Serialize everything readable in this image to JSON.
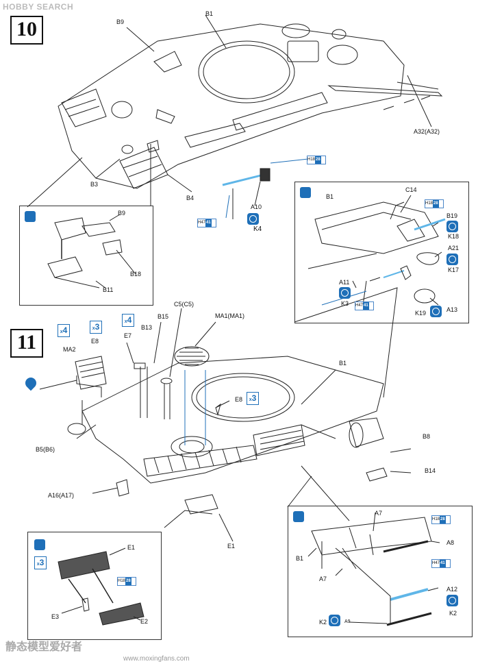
{
  "header": {
    "logo_text": "HOBBY SEARCH"
  },
  "steps": {
    "s10": "10",
    "s11": "11"
  },
  "parts": {
    "b1": "B1",
    "b9": "B9",
    "b3": "B3",
    "b4": "B4",
    "a10": "A10",
    "k4": "K4",
    "a32": "A32(A32)",
    "b18": "B18",
    "b11": "B11",
    "c14": "C14",
    "b1_inset": "B1",
    "b19": "B19",
    "k18": "K18",
    "a21": "A21",
    "k17": "K17",
    "a11": "A11",
    "k3": "K3",
    "k19": "K19",
    "a13": "A13",
    "c5": "C5(C5)",
    "ma1": "MA1(MA1)",
    "b15": "B15",
    "b13": "B13",
    "e7": "E7",
    "e8a": "E8",
    "ma2": "MA2",
    "b1_s11": "B1",
    "e8b": "E8",
    "b5": "B5(B6)",
    "b8": "B8",
    "b14": "B14",
    "a16": "A16(A17)",
    "e1": "E1",
    "e1_inset": "E1",
    "e3": "E3",
    "e2": "E2",
    "a7a": "A7",
    "a8": "A8",
    "b1_inset2": "B1",
    "a7b": "A7",
    "a12": "A12",
    "k2a": "K2",
    "k2b": "K2",
    "a9": "A9"
  },
  "color_badges": {
    "h18_a": {
      "h": "H",
      "n1": "18",
      "n2": "28"
    },
    "h47_a": {
      "h": "H",
      "n1": "47",
      "n2": "41"
    },
    "h18_b": {
      "h": "H",
      "n1": "18",
      "n2": "28"
    },
    "h47_b": {
      "h": "H",
      "n1": "47",
      "n2": "41"
    },
    "h18_c": {
      "h": "H",
      "n1": "18",
      "n2": "28"
    },
    "h18_d": {
      "h": "H",
      "n1": "18",
      "n2": "28"
    },
    "h47_c": {
      "h": "H",
      "n1": "47",
      "n2": "41"
    }
  },
  "multipliers": {
    "m1": "4",
    "m2": "3",
    "m3": "4",
    "m4": "3",
    "m5": "3"
  },
  "watermark": {
    "cn": "静态模型爱好者",
    "url": "www.moxingfans.com"
  },
  "colors": {
    "accent": "#1e6fb8",
    "line": "#222222",
    "paint_blue": "#5fb6e8"
  }
}
